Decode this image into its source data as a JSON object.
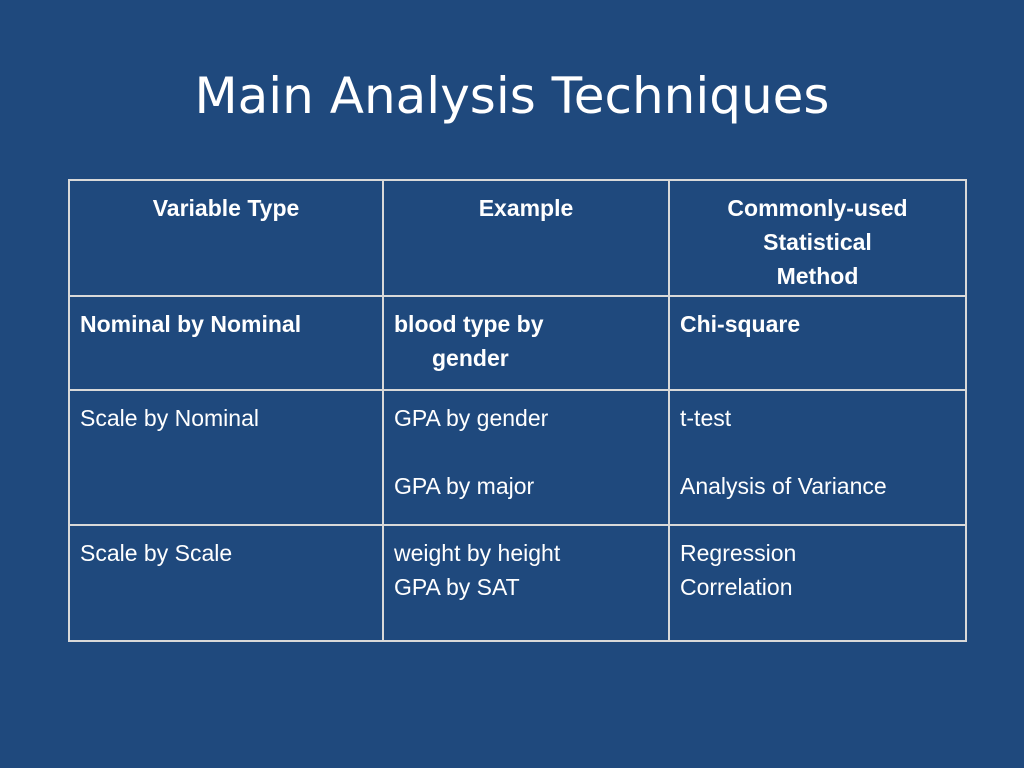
{
  "slide": {
    "title": "Main Analysis Techniques"
  },
  "table": {
    "headers": {
      "col1": "Variable Type",
      "col2": "Example",
      "col3_line1": "Commonly-used",
      "col3_line2": "Statistical",
      "col3_line3": "Method"
    },
    "rows": [
      {
        "variable_type": "Nominal by Nominal",
        "example_line1": "blood type by",
        "example_line2": "gender",
        "method": "Chi-square",
        "highlight_color": "#ffff00"
      },
      {
        "variable_type": "Scale by Nominal",
        "example_line1": "GPA by gender",
        "example_line2": "GPA by major",
        "method_line1": "t-test",
        "method_line2": "Analysis of Variance"
      },
      {
        "variable_type": "Scale by Scale",
        "example_line1": "weight by height",
        "example_line2": "GPA by SAT",
        "method_line1": "Regression",
        "method_line2": "Correlation"
      }
    ]
  },
  "colors": {
    "background": "#1f497d",
    "text": "#ffffff",
    "highlight": "#ffff00",
    "border": "#d9d9d9"
  }
}
